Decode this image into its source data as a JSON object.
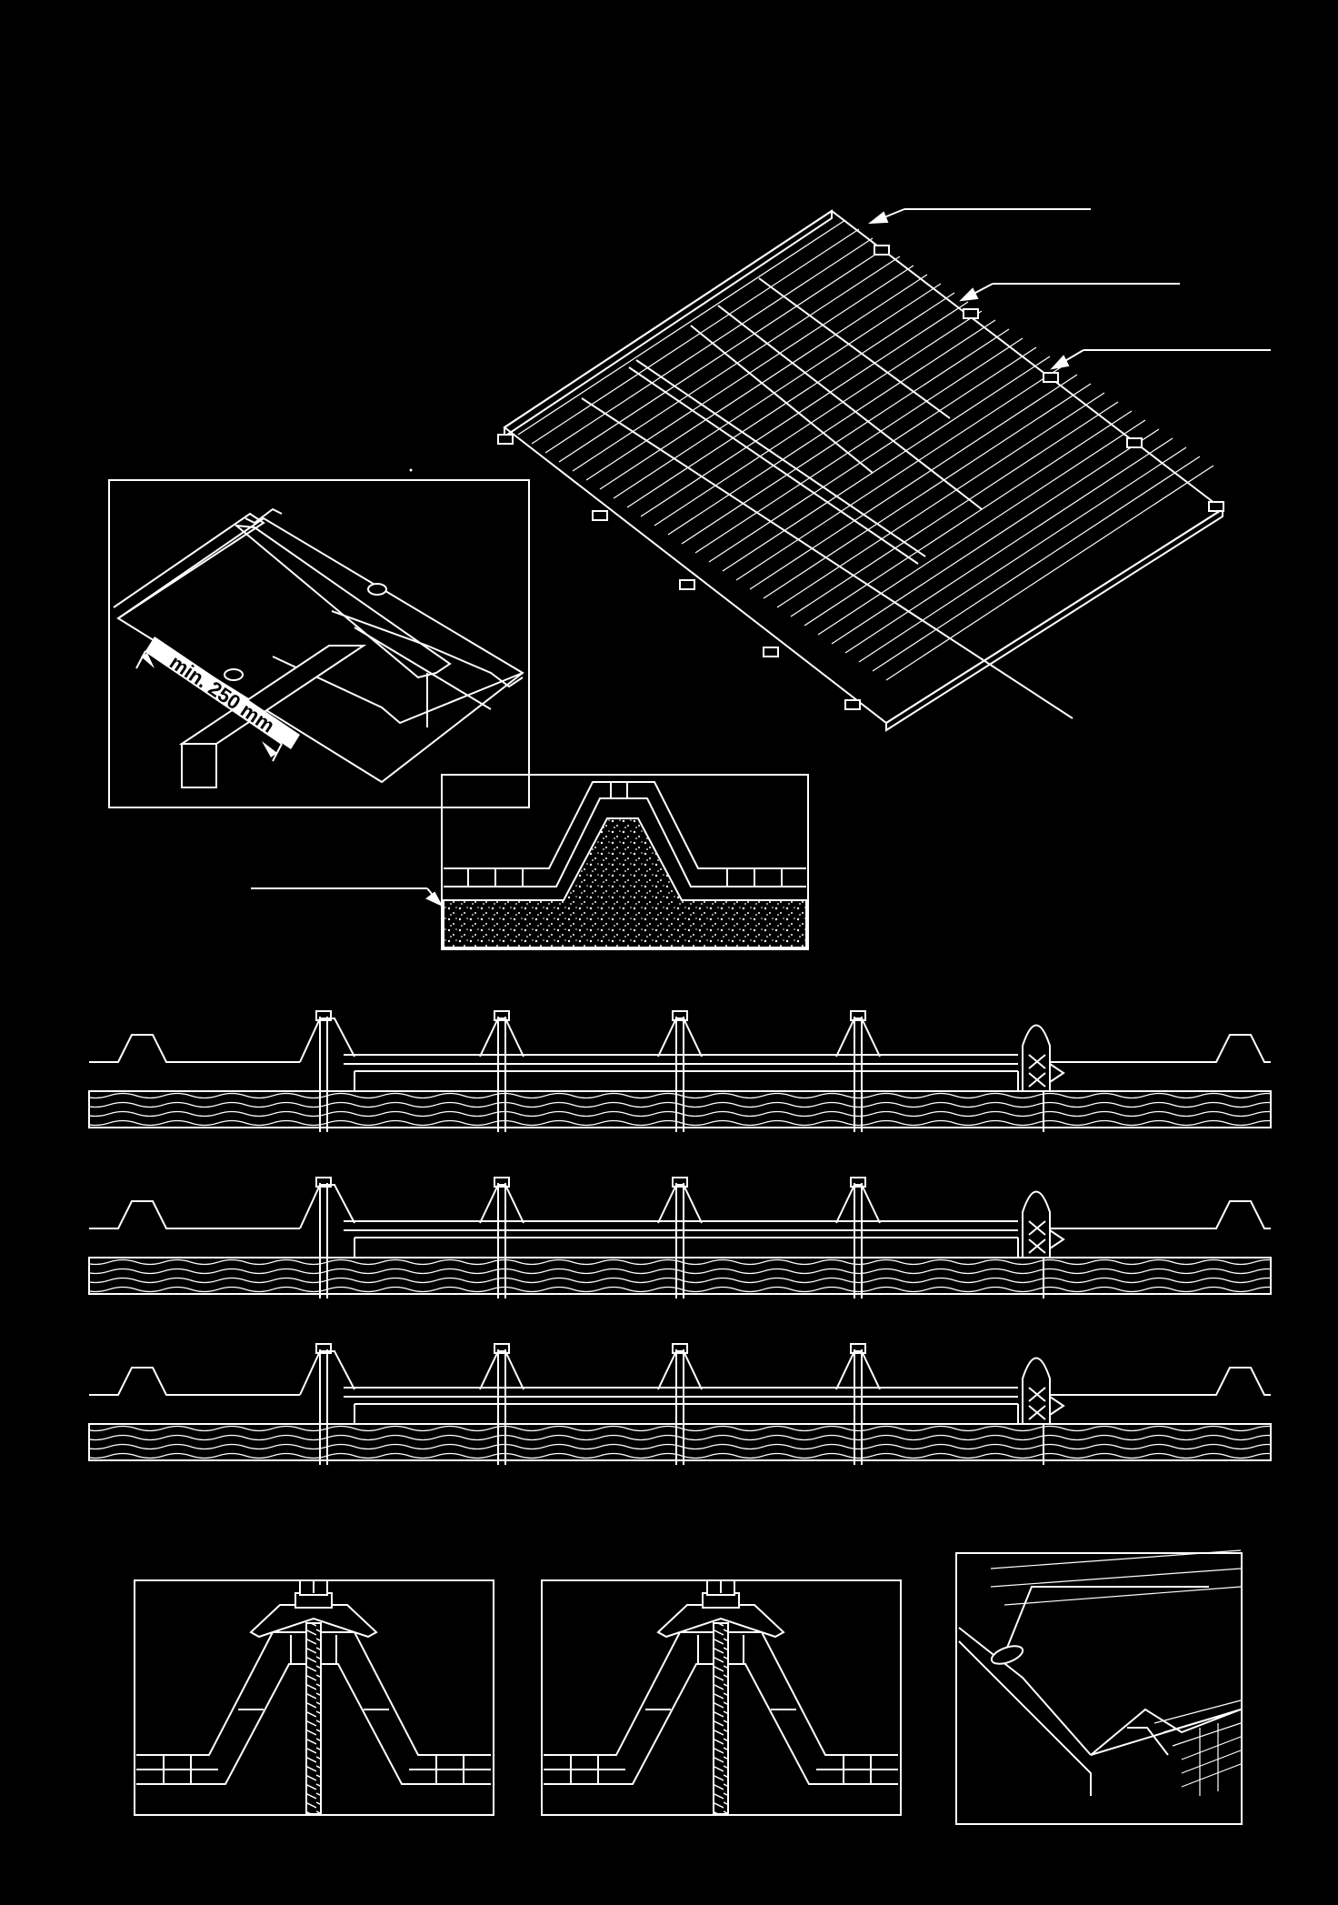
{
  "diagram": {
    "detail_dimension": "min. 250 mm",
    "callout_count": 4,
    "section_rows": 3,
    "detail_panels": 3
  },
  "colors": {
    "background": "#000000",
    "line": "#ffffff"
  }
}
